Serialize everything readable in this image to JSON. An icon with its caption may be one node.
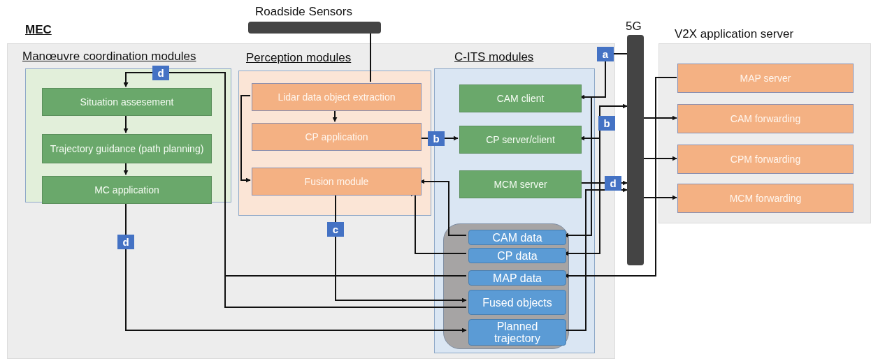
{
  "diagram": {
    "nodes": [
      {
        "text": [
          "MEC"
        ]
      },
      {
        "text": [
          "Manœuvre coordination  modules"
        ],
        "in": 0
      },
      {
        "text": [
          "Situation assesement"
        ],
        "in": 1
      },
      {
        "text": [
          "Trajectory guidance (path planning)"
        ],
        "in": 1
      },
      {
        "text": [
          "MC application"
        ],
        "in": 1
      },
      {
        "text": [
          "Perception modules"
        ],
        "in": 0
      },
      {
        "text": [
          "Lidar data object extraction"
        ],
        "in": 5
      },
      {
        "text": [
          "CP application"
        ],
        "in": 5
      },
      {
        "text": [
          "Fusion module"
        ],
        "in": 5
      },
      {
        "text": [
          "C-ITS modules"
        ],
        "in": 0
      },
      {
        "text": [
          "CAM client"
        ],
        "in": 9
      },
      {
        "text": [
          "CP server/client"
        ],
        "in": 9
      },
      {
        "text": [
          "MCM server"
        ],
        "in": 9
      },
      {
        "text": [],
        "shape": "box",
        "in": 9
      },
      {
        "text": [
          "CAM data"
        ],
        "in": 13
      },
      {
        "text": [
          "CP data"
        ],
        "in": 13
      },
      {
        "text": [
          "MAP data"
        ],
        "in": 13
      },
      {
        "text": [
          "Fused objects"
        ],
        "in": 13
      },
      {
        "text": [
          "Planned trajectory"
        ],
        "in": 13
      },
      {
        "text": [
          "Roadside Sensors"
        ]
      },
      {
        "text": [
          "5G"
        ]
      },
      {
        "text": [
          "V2X application server"
        ]
      },
      {
        "text": [
          "MAP server"
        ],
        "in": 21
      },
      {
        "text": [
          "CAM forwarding"
        ],
        "in": 21
      },
      {
        "text": [
          "CPM forwarding"
        ],
        "in": 21
      },
      {
        "text": [
          "MCM forwarding"
        ],
        "in": 21
      }
    ],
    "edges": [
      {
        "from": 19,
        "to": 6,
        "arrow": "none"
      },
      {
        "from": 6,
        "to": 7,
        "arrow": "to"
      },
      {
        "from": 6,
        "to": 8,
        "arrow": "to"
      },
      {
        "from": 2,
        "to": 3,
        "arrow": "to"
      },
      {
        "from": 3,
        "to": 4,
        "arrow": "to"
      },
      {
        "from": 7,
        "to": 11,
        "arrow": "to",
        "label": "b"
      },
      {
        "from": 20,
        "to": 10,
        "arrow": "to",
        "label": "a"
      },
      {
        "from": 20,
        "to": 14,
        "arrow": "to"
      },
      {
        "from": 20,
        "to": 11,
        "arrow": "both",
        "label": "b"
      },
      {
        "from": 20,
        "to": 15,
        "arrow": "to"
      },
      {
        "from": 12,
        "to": 20,
        "arrow": "to",
        "label": "d"
      },
      {
        "from": 18,
        "to": 20,
        "arrow": "to"
      },
      {
        "from": 22,
        "to": 16,
        "arrow": "to"
      },
      {
        "from": 20,
        "to": 23,
        "arrow": "to"
      },
      {
        "from": 20,
        "to": 24,
        "arrow": "to"
      },
      {
        "from": 20,
        "to": 25,
        "arrow": "to"
      },
      {
        "from": 14,
        "to": 8,
        "arrow": "to"
      },
      {
        "from": 15,
        "to": 8,
        "arrow": "to"
      },
      {
        "from": 8,
        "to": 17,
        "arrow": "to",
        "label": "c"
      },
      {
        "from": 4,
        "to": 18,
        "arrow": "to",
        "label": "d"
      },
      {
        "from": 16,
        "to": 2,
        "arrow": "to",
        "label": "d"
      },
      {
        "from": 17,
        "to": 2,
        "arrow": "to"
      }
    ]
  }
}
